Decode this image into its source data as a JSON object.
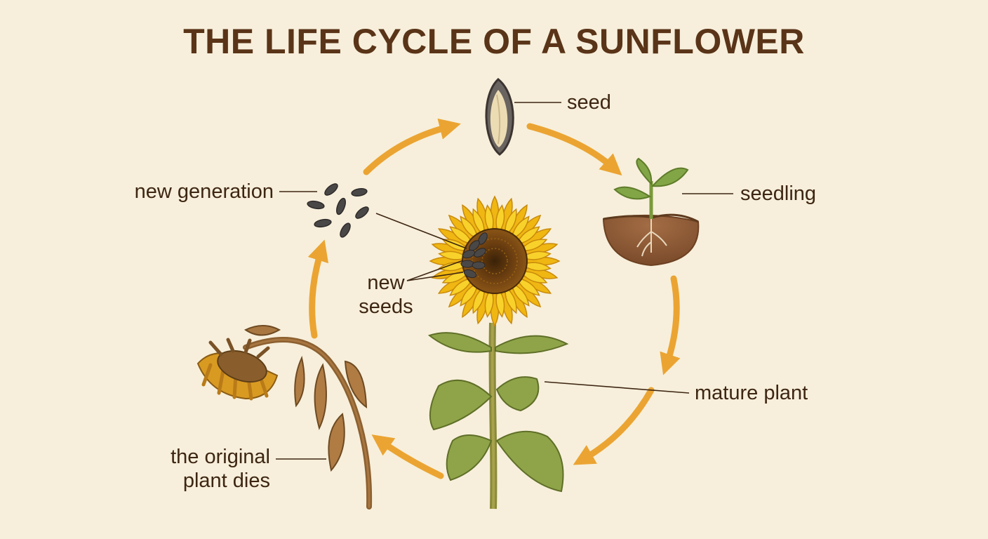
{
  "title": "THE LIFE CYCLE OF A SUNFLOWER",
  "labels": {
    "seed": "seed",
    "seedling": "seedling",
    "mature_plant": "mature plant",
    "new_seeds_line1": "new",
    "new_seeds_line2": "seeds",
    "new_generation": "new generation",
    "plant_dies_line1": "the original",
    "plant_dies_line2": "plant dies"
  },
  "colors": {
    "background": "#f7efdb",
    "title": "#5a3418",
    "arrow": "#eba432",
    "petal": "#f5c518",
    "stem": "#8a8a3a",
    "soil": "#8b5a36",
    "wilted": "#8c6030"
  }
}
